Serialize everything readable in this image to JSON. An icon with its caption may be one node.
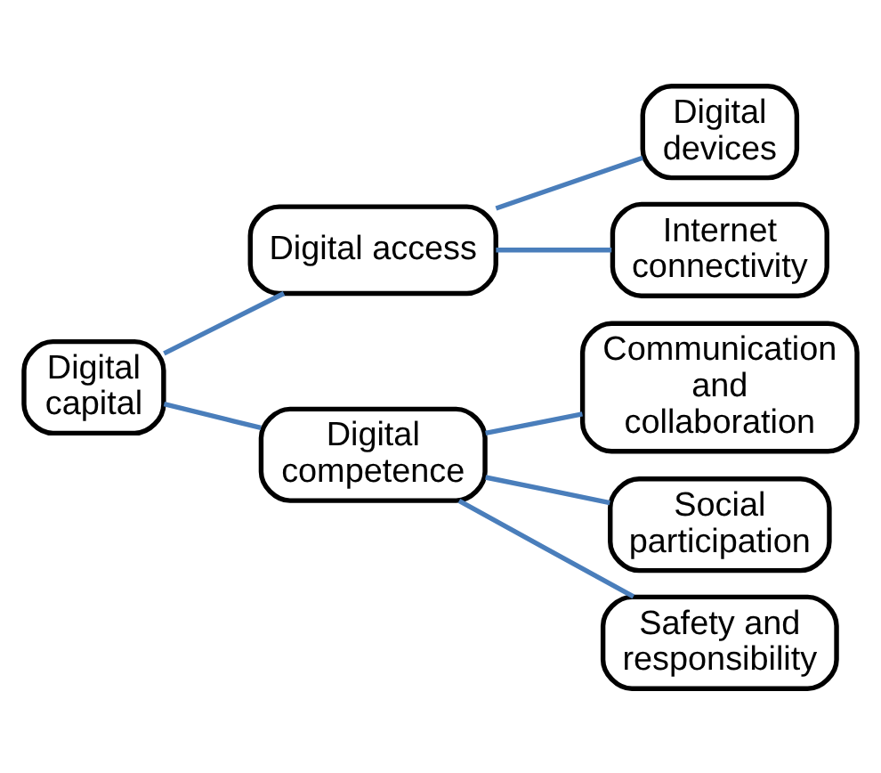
{
  "diagram": {
    "nodes": [
      {
        "text": [
          "Digital capital"
        ]
      },
      {
        "text": [
          "Digital access"
        ]
      },
      {
        "text": [
          "Digital competence"
        ]
      },
      {
        "text": [
          "Digital devices"
        ]
      },
      {
        "text": [
          "Internet connectivity"
        ]
      },
      {
        "text": [
          "Communication and collaboration"
        ]
      },
      {
        "text": [
          "Social participation"
        ]
      },
      {
        "text": [
          "Safety and responsibility"
        ]
      }
    ],
    "edges": [
      {
        "from": 0,
        "to": 1,
        "arrow": "none"
      },
      {
        "from": 0,
        "to": 2,
        "arrow": "none"
      },
      {
        "from": 1,
        "to": 3,
        "arrow": "none"
      },
      {
        "from": 1,
        "to": 4,
        "arrow": "none"
      },
      {
        "from": 2,
        "to": 5,
        "arrow": "none"
      },
      {
        "from": 2,
        "to": 6,
        "arrow": "none"
      },
      {
        "from": 2,
        "to": 7,
        "arrow": "none"
      }
    ]
  }
}
